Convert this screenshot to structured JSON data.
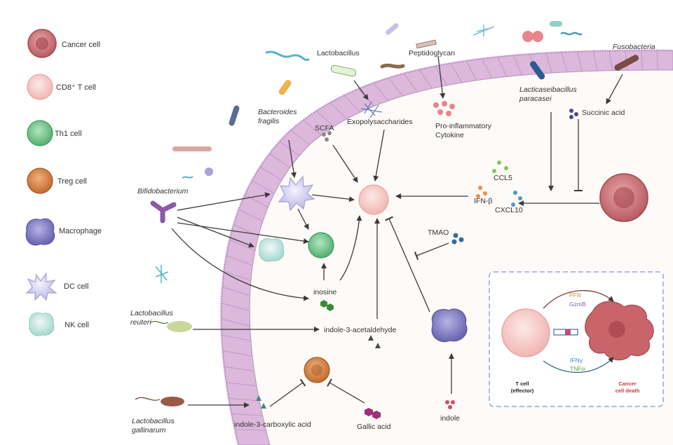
{
  "legend": {
    "cancer": "Cancer cell",
    "cd8": "CD8⁺ T cell",
    "th1": "Th1 cell",
    "treg": "Treg cell",
    "macrophage": "Macrophage",
    "dc": "DC cell",
    "nk": "NK cell"
  },
  "bacteria": {
    "lactobacillus": "Lactobacillus",
    "peptidoglycan": "Peptidoglycan",
    "fusobacteria": "Fusobacteria",
    "lacticaseibacillus_1": "Lacticaseibacillus",
    "lacticaseibacillus_2": "paracasei",
    "bacteroides_1": "Bacteroides",
    "bacteroides_2": "fragilis",
    "bifidobacterium": "Bifidobacterium",
    "reuteri_1": "Lactobacillus",
    "reuteri_2": "reuteri",
    "gallinarum_1": "Lactobacillus",
    "gallinarum_2": "gallinarum"
  },
  "metabolites": {
    "scfa": "SCFA",
    "exopolysaccharides": "Exopolysaccharides",
    "proinflammatory_1": "Pro-inflammatory",
    "proinflammatory_2": "Cytokine",
    "succinic_acid": "Succinic acid",
    "ccl5": "CCL5",
    "ifnb": "IFN-β",
    "cxcl10": "CXCL10",
    "tmao": "TMAO",
    "inosine": "inosine",
    "indole_acetaldehyde": "indole-3-acetaldehyde",
    "indole_carboxylic": "indole-3-carboxylic acid",
    "gallic_acid": "Gallic acid",
    "indole": "indole"
  },
  "inset": {
    "pfn": "PFN",
    "gzmb": "GzmB",
    "ifng": "IFNγ",
    "tnfa": "TNFα",
    "tcell_1": "T cell",
    "tcell_2": "(effector)",
    "death_1": "Cancer",
    "death_2": "cell death"
  },
  "colors": {
    "epithelium": "#dcb8dc",
    "lumen_bg": "#fdfaf7",
    "arrow": "#3a3a3a",
    "inset_border": "#8fa8d8",
    "cancer": "#c9646a",
    "cd8": "#f5c4c2",
    "th1": "#6cc48a",
    "treg": "#d0783c",
    "macrophage": "#7d78c0",
    "dc": "#c8c4ea",
    "nk": "#b5e0d8"
  }
}
